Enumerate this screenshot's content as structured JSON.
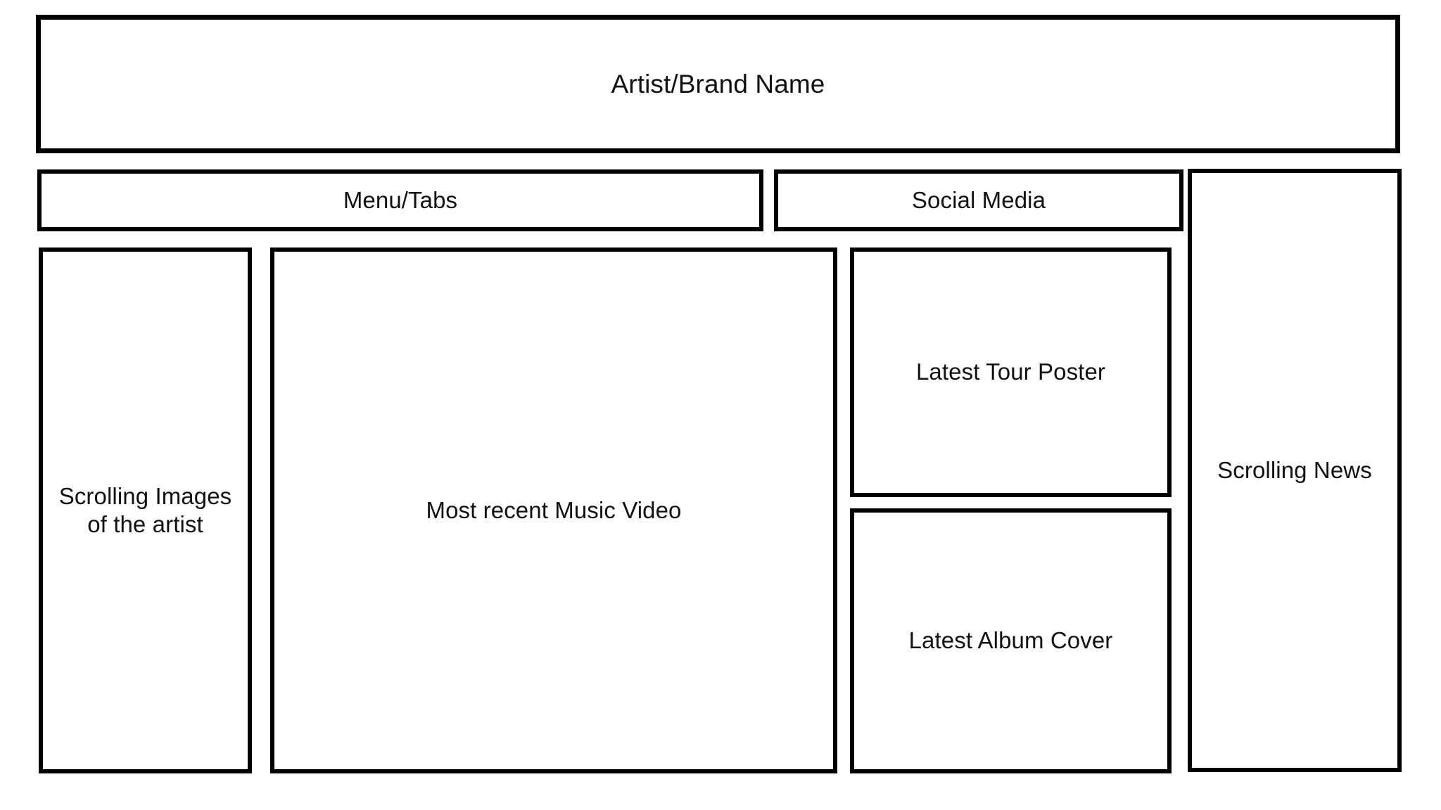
{
  "page": {
    "type": "website-wireframe",
    "subject": "artist-band-homepage",
    "background_color": "#ffffff",
    "outline_color": "#000000",
    "text_color": "#111111"
  },
  "header": {
    "title": "Artist/Brand Name"
  },
  "nav": {
    "menu_tabs_label": "Menu/Tabs",
    "social_media_label": "Social Media"
  },
  "sidebar": {
    "scrolling_images_label": "Scrolling Images\nof the artist"
  },
  "main": {
    "music_video_label": "Most recent Music Video"
  },
  "promo": {
    "tour_poster_label": "Latest Tour Poster",
    "album_cover_label": "Latest Album Cover"
  },
  "news": {
    "scrolling_news_label": "Scrolling News"
  }
}
